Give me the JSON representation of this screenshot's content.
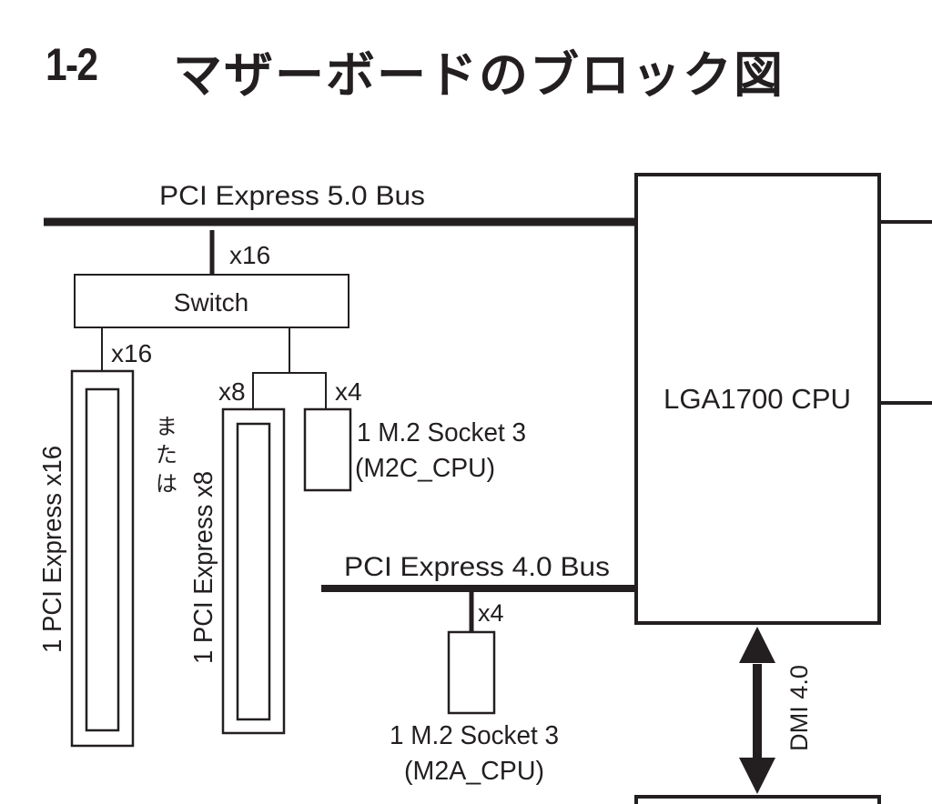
{
  "title": {
    "number": "1-2",
    "text": "マザーボードのブロック図"
  },
  "diagram": {
    "pcie5_bus": "PCI Express 5.0 Bus",
    "pcie4_bus": "PCI Express 4.0 Bus",
    "switch": "Switch",
    "cpu": "LGA1700 CPU",
    "dmi": "DMI 4.0",
    "lane_x16_top": "x16",
    "lane_x16_slot": "x16",
    "lane_x8": "x8",
    "lane_x4_m2c": "x4",
    "lane_x4_m2a": "x4",
    "slot_x16": "1 PCI Express x16",
    "slot_x8": "1 PCI Express x8",
    "or_text": [
      "ま",
      "た",
      "は"
    ],
    "m2c_line1": "1 M.2 Socket 3",
    "m2c_line2": "(M2C_CPU)",
    "m2a_line1": "1 M.2 Socket 3",
    "m2a_line2": "(M2A_CPU)"
  },
  "colors": {
    "ink": "#231f20",
    "background": "#ffffff"
  }
}
